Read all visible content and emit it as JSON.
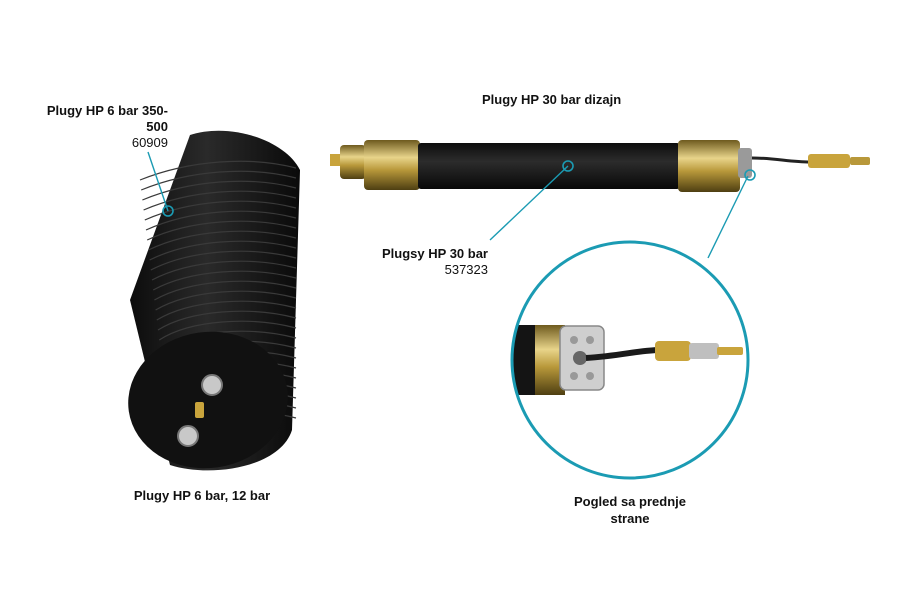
{
  "labels": {
    "plug_6bar": {
      "name_line1": "Plugy HP 6 bar 350-",
      "name_line2": "500",
      "code": "60909"
    },
    "plug_30bar_design": {
      "title": "Plugy HP 30 bar dizajn"
    },
    "plug_30bar": {
      "name": "Plugsy HP 30 bar",
      "code": "537323"
    }
  },
  "captions": {
    "left_product": "Plugy HP 6 bar, 12 bar",
    "front_view_line1": "Pogled sa prednje",
    "front_view_line2": "strane"
  },
  "colors": {
    "callout": "#1b9bb3",
    "rubber": "#1a1a1a",
    "brass": "#b8983a"
  }
}
